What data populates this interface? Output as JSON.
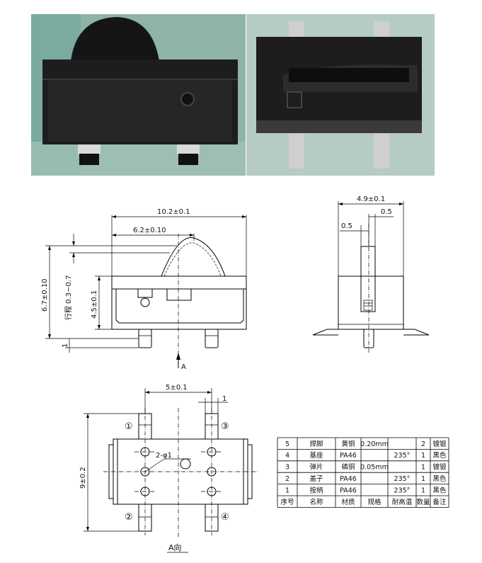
{
  "photos": {
    "side_photo": "side-view-photo",
    "top_photo": "top-view-photo",
    "body_color": "#1d1d1f",
    "bg_left": "#8fb3a8",
    "bg_right": "#b6cbc3"
  },
  "front_view": {
    "width_dim": "10.2±0.1",
    "lever_dim": "6.2±0.10",
    "height_dim": "6.7±0.10",
    "travel_dim": "行程 0.3~0.7",
    "body_height_dim": "4.5±0.1",
    "foot_dim": "1",
    "arrow_label": "A"
  },
  "side_view": {
    "width_dim": "4.9±0.1",
    "lever_dim_right": "0.5",
    "lever_dim_left": "0.5"
  },
  "bottom_view": {
    "pitch_dim": "5±0.1",
    "pin_width_dim": "1",
    "height_dim": "9±0.2",
    "hole_dim": "2-φ1",
    "pin_labels": [
      "①",
      "②",
      "③",
      "④"
    ],
    "view_label": "A向"
  },
  "parts_table": {
    "headers": [
      "序号",
      "名称",
      "材质",
      "规格",
      "耐高温",
      "数量",
      "备注"
    ],
    "rows": [
      [
        "5",
        "焊脚",
        "黄铜",
        "0.20mm",
        "",
        "2",
        "镀银"
      ],
      [
        "4",
        "基座",
        "PA46",
        "",
        "235°",
        "1",
        "黑色"
      ],
      [
        "3",
        "弹片",
        "磷铜",
        "0.05mm",
        "",
        "1",
        "镀银"
      ],
      [
        "2",
        "盖子",
        "PA46",
        "",
        "235°",
        "1",
        "黑色"
      ],
      [
        "1",
        "按柄",
        "PA46",
        "",
        "235°",
        "1",
        "黑色"
      ]
    ]
  }
}
